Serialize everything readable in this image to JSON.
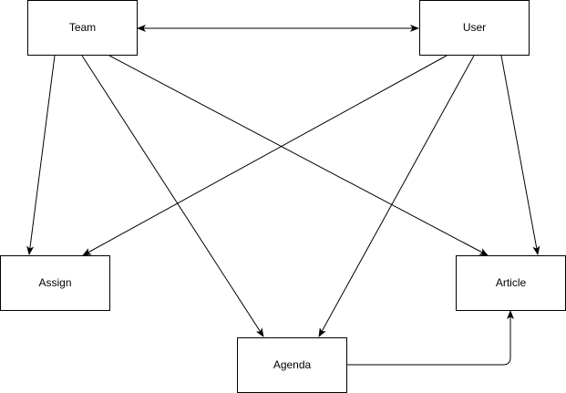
{
  "nodes": {
    "team": {
      "label": "Team"
    },
    "user": {
      "label": "User"
    },
    "assign": {
      "label": "Assign"
    },
    "article": {
      "label": "Article"
    },
    "agenda": {
      "label": "Agenda"
    }
  },
  "edges": [
    {
      "from": "team",
      "to": "user",
      "bidirectional": true
    },
    {
      "from": "team",
      "to": "assign"
    },
    {
      "from": "team",
      "to": "agenda"
    },
    {
      "from": "team",
      "to": "article"
    },
    {
      "from": "user",
      "to": "assign"
    },
    {
      "from": "user",
      "to": "agenda"
    },
    {
      "from": "user",
      "to": "article"
    },
    {
      "from": "agenda",
      "to": "article"
    }
  ],
  "colors": {
    "stroke": "#000000",
    "fill": "#ffffff",
    "text": "#000000"
  }
}
